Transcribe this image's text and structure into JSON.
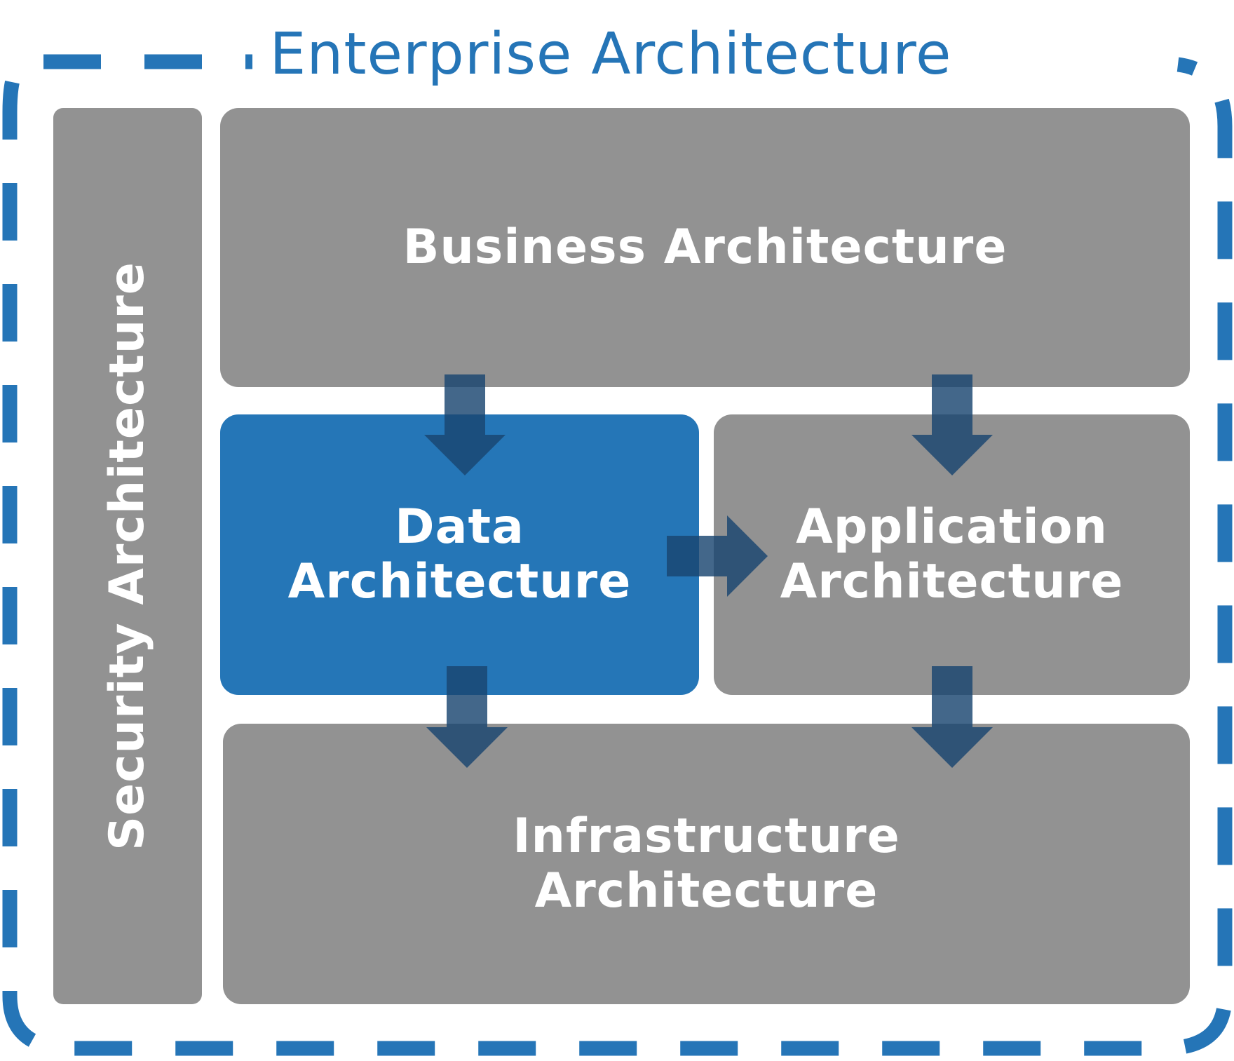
{
  "title": "Enterprise Architecture",
  "colors": {
    "frame": "#2575b7",
    "box_gray": "#929292",
    "box_highlight": "#2576b7",
    "arrow": "#1a4670",
    "text_on_box": "#ffffff"
  },
  "layers": {
    "security": {
      "label": "Security Architecture"
    },
    "business": {
      "label": "Business Architecture"
    },
    "data": {
      "line1": "Data",
      "line2": "Architecture",
      "highlighted": true
    },
    "application": {
      "line1": "Application",
      "line2": "Architecture"
    },
    "infrastructure": {
      "line1": "Infrastructure",
      "line2": "Architecture"
    }
  },
  "relationships": [
    {
      "from": "Business Architecture",
      "to": "Data Architecture"
    },
    {
      "from": "Business Architecture",
      "to": "Application Architecture"
    },
    {
      "from": "Data Architecture",
      "to": "Application Architecture"
    },
    {
      "from": "Data Architecture",
      "to": "Infrastructure Architecture"
    },
    {
      "from": "Application Architecture",
      "to": "Infrastructure Architecture"
    }
  ]
}
